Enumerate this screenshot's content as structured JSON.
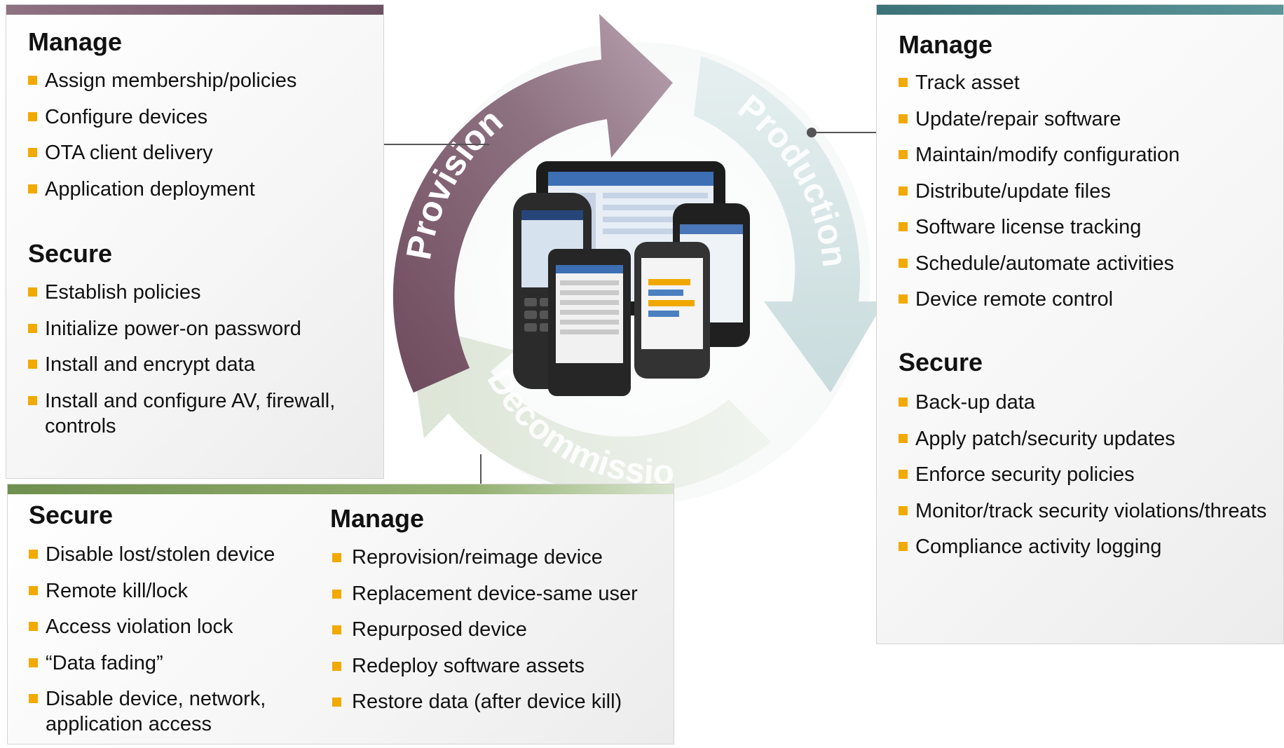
{
  "colors": {
    "bullet": "#f2a900",
    "provision_bar": "#7a5a6a",
    "production_bar": "#3f7a7f",
    "decommission_bar": "#7a9a55"
  },
  "cycle": {
    "provision_label": "Provision",
    "production_label": "Production",
    "decommission_label": "Decommission",
    "center_image": "mobile-devices-image"
  },
  "provision": {
    "manage_title": "Manage",
    "manage_items": [
      "Assign membership/policies",
      "Configure devices",
      "OTA client delivery",
      "Application deployment"
    ],
    "secure_title": "Secure",
    "secure_items": [
      "Establish policies",
      "Initialize power-on password",
      "Install and encrypt data",
      "Install and configure AV, firewall, controls"
    ]
  },
  "production": {
    "manage_title": "Manage",
    "manage_items": [
      "Track asset",
      "Update/repair software",
      "Maintain/modify configuration",
      "Distribute/update files",
      "Software license tracking",
      "Schedule/automate activities",
      "Device remote control"
    ],
    "secure_title": "Secure",
    "secure_items": [
      "Back-up data",
      "Apply patch/security updates",
      "Enforce security policies",
      "Monitor/track security violations/threats",
      "Compliance activity logging"
    ]
  },
  "decommission": {
    "secure_title": "Secure",
    "secure_items": [
      "Disable lost/stolen device",
      "Remote kill/lock",
      "Access violation lock",
      "“Data fading”",
      "Disable device, network, application access"
    ],
    "manage_title": "Manage",
    "manage_items": [
      "Reprovision/reimage device",
      "Replacement device-same user",
      "Repurposed device",
      "Redeploy software assets",
      "Restore data (after device kill)"
    ]
  }
}
